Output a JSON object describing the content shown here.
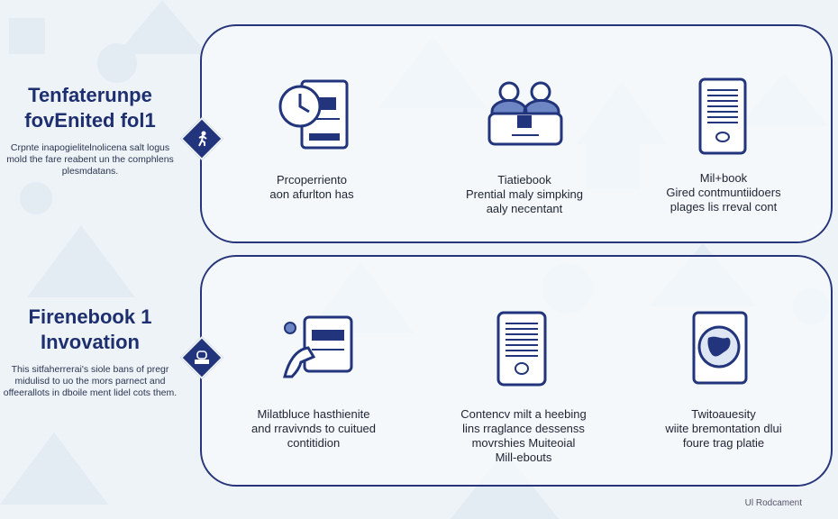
{
  "section1": {
    "title_line1": "Tenfaterunpe",
    "title_line2": "fovEnited fol1",
    "description": "Crpnte inapogielitelnolicena salt logus mold the fare reabent un the comphlens plesmdatans.",
    "items": [
      {
        "icon": "clock-document-icon",
        "lines": [
          "Prcoperriento",
          "aon afurlton has"
        ]
      },
      {
        "icon": "people-laptop-icon",
        "lines": [
          "Tiatiebook",
          "Prential maly simpking",
          "aaly necentant"
        ]
      },
      {
        "icon": "ebook-tablet-icon",
        "lines": [
          "Mil+book",
          "Gired contmuntiidoers",
          "plages lis rreval cont"
        ]
      }
    ]
  },
  "section2": {
    "title_line1": "Firenebook 1",
    "title_line2": "Invovation",
    "description": "This sitfaherrerai's siole bans of pregr midulisd to uo the mors parnect and offeerallots in dboile ment lidel cots them.",
    "items": [
      {
        "icon": "hand-device-icon",
        "lines": [
          "Milatbluce hasthienite",
          "and rravivnds to cuitued",
          "contitidion"
        ]
      },
      {
        "icon": "tablet-icon",
        "lines": [
          "Contencv milt a heebing",
          "lins rraglance dessenss",
          "movrshies Muiteoial",
          "Mill-ebouts"
        ]
      },
      {
        "icon": "globe-book-icon",
        "lines": [
          "Twitoauesity",
          "wiite bremontation dlui",
          "foure trag platie"
        ]
      }
    ]
  },
  "footer": "Ul Rodcament",
  "colors": {
    "navy": "#1e2f70",
    "background": "#eef3f8"
  }
}
